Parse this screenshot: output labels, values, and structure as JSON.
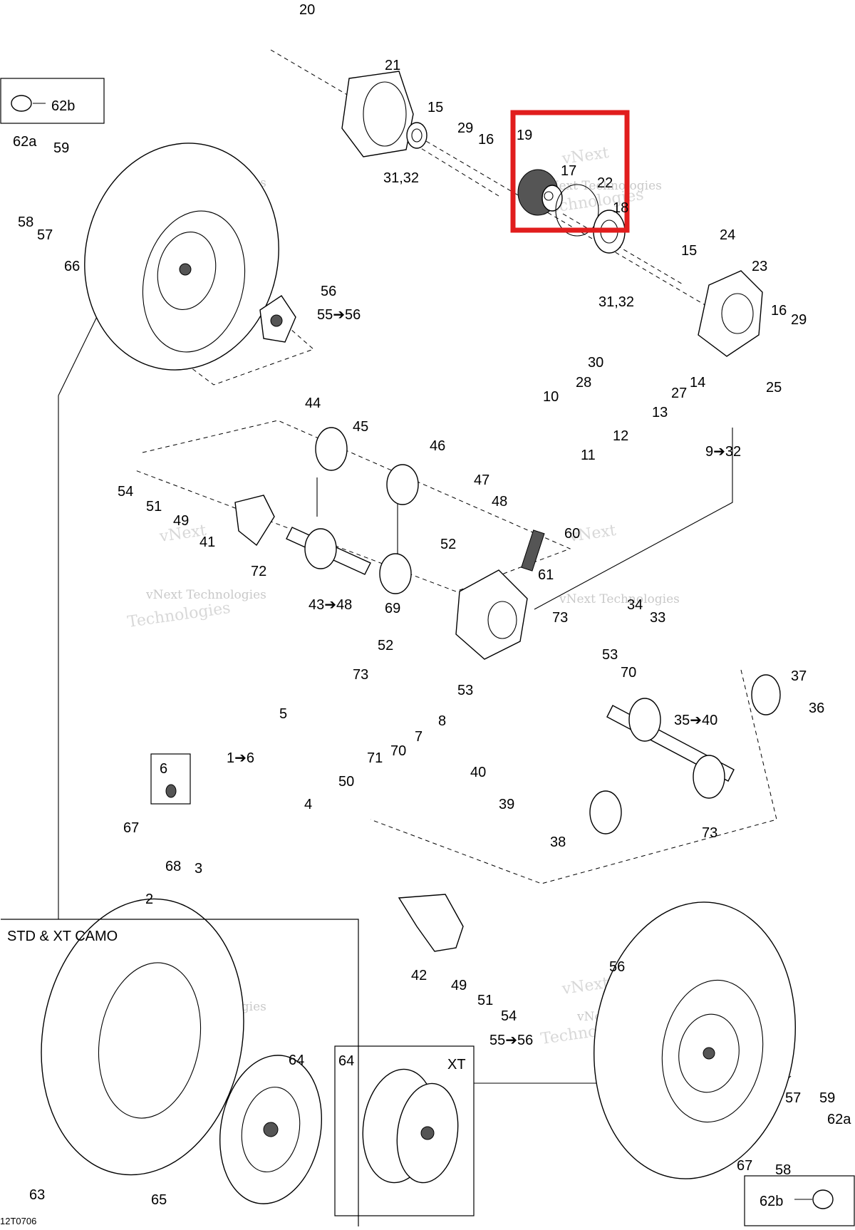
{
  "diagram_code": "12T0706",
  "highlight_color": "#e11d1d",
  "insets": {
    "top_left_label": "62b",
    "bottom_right_label": "62b",
    "std_caption": "STD & XT CAMO",
    "xt_caption": "XT",
    "xt_part_label": "64"
  },
  "labels": [
    {
      "id": "l20",
      "text": "20"
    },
    {
      "id": "l21",
      "text": "21"
    },
    {
      "id": "l15a",
      "text": "15"
    },
    {
      "id": "l29a",
      "text": "29"
    },
    {
      "id": "l16a",
      "text": "16"
    },
    {
      "id": "l3132a",
      "text": "31,32"
    },
    {
      "id": "l19",
      "text": "19"
    },
    {
      "id": "l17",
      "text": "17"
    },
    {
      "id": "l22",
      "text": "22"
    },
    {
      "id": "l18",
      "text": "18"
    },
    {
      "id": "l24",
      "text": "24"
    },
    {
      "id": "l15b",
      "text": "15"
    },
    {
      "id": "l23",
      "text": "23"
    },
    {
      "id": "l3132b",
      "text": "31,32"
    },
    {
      "id": "l16b",
      "text": "16"
    },
    {
      "id": "l29b",
      "text": "29"
    },
    {
      "id": "l25",
      "text": "25"
    },
    {
      "id": "l30",
      "text": "30"
    },
    {
      "id": "l14",
      "text": "14"
    },
    {
      "id": "l27",
      "text": "27"
    },
    {
      "id": "l13",
      "text": "13"
    },
    {
      "id": "l28",
      "text": "28"
    },
    {
      "id": "l10",
      "text": "10"
    },
    {
      "id": "l12",
      "text": "12"
    },
    {
      "id": "l11",
      "text": "11"
    },
    {
      "id": "l932",
      "text": "9➔32"
    },
    {
      "id": "l62a1",
      "text": "62a"
    },
    {
      "id": "l59a",
      "text": "59"
    },
    {
      "id": "l58a",
      "text": "58"
    },
    {
      "id": "l57a",
      "text": "57"
    },
    {
      "id": "l66",
      "text": "66"
    },
    {
      "id": "l56a",
      "text": "56"
    },
    {
      "id": "l5556a",
      "text": "55➔56"
    },
    {
      "id": "l44",
      "text": "44"
    },
    {
      "id": "l45",
      "text": "45"
    },
    {
      "id": "l46",
      "text": "46"
    },
    {
      "id": "l47",
      "text": "47"
    },
    {
      "id": "l48",
      "text": "48"
    },
    {
      "id": "l54a",
      "text": "54"
    },
    {
      "id": "l51a",
      "text": "51"
    },
    {
      "id": "l49a",
      "text": "49"
    },
    {
      "id": "l41",
      "text": "41"
    },
    {
      "id": "l72",
      "text": "72"
    },
    {
      "id": "l52a",
      "text": "52"
    },
    {
      "id": "l60",
      "text": "60"
    },
    {
      "id": "l61",
      "text": "61"
    },
    {
      "id": "l4348",
      "text": "43➔48"
    },
    {
      "id": "l69",
      "text": "69"
    },
    {
      "id": "l73a",
      "text": "73"
    },
    {
      "id": "l34",
      "text": "34"
    },
    {
      "id": "l33",
      "text": "33"
    },
    {
      "id": "l52b",
      "text": "52"
    },
    {
      "id": "l53a",
      "text": "53"
    },
    {
      "id": "l70a",
      "text": "70"
    },
    {
      "id": "l73b",
      "text": "73"
    },
    {
      "id": "l53b",
      "text": "53"
    },
    {
      "id": "l8",
      "text": "8"
    },
    {
      "id": "l37",
      "text": "37"
    },
    {
      "id": "l36",
      "text": "36"
    },
    {
      "id": "l3540",
      "text": "35➔40"
    },
    {
      "id": "l5",
      "text": "5"
    },
    {
      "id": "l16x",
      "text": "1➔6"
    },
    {
      "id": "l71",
      "text": "71"
    },
    {
      "id": "l70b",
      "text": "70"
    },
    {
      "id": "l7",
      "text": "7"
    },
    {
      "id": "l50",
      "text": "50"
    },
    {
      "id": "l4",
      "text": "4"
    },
    {
      "id": "l6",
      "text": "6"
    },
    {
      "id": "l40",
      "text": "40"
    },
    {
      "id": "l39",
      "text": "39"
    },
    {
      "id": "l38",
      "text": "38"
    },
    {
      "id": "l73c",
      "text": "73"
    },
    {
      "id": "l67a",
      "text": "67"
    },
    {
      "id": "l68",
      "text": "68"
    },
    {
      "id": "l3",
      "text": "3"
    },
    {
      "id": "l2",
      "text": "2"
    },
    {
      "id": "l42",
      "text": "42"
    },
    {
      "id": "l49b",
      "text": "49"
    },
    {
      "id": "l51b",
      "text": "51"
    },
    {
      "id": "l54b",
      "text": "54"
    },
    {
      "id": "l56b",
      "text": "56"
    },
    {
      "id": "l5556b",
      "text": "55➔56"
    },
    {
      "id": "l64",
      "text": "64"
    },
    {
      "id": "l63",
      "text": "63"
    },
    {
      "id": "l65",
      "text": "65"
    },
    {
      "id": "l57b",
      "text": "57"
    },
    {
      "id": "l59b",
      "text": "59"
    },
    {
      "id": "l62a2",
      "text": "62a"
    },
    {
      "id": "l67b",
      "text": "67"
    },
    {
      "id": "l58b",
      "text": "58"
    }
  ],
  "watermark": {
    "line1": "vNext",
    "line2": "vNext Technologies",
    "line3": "Technologies"
  }
}
